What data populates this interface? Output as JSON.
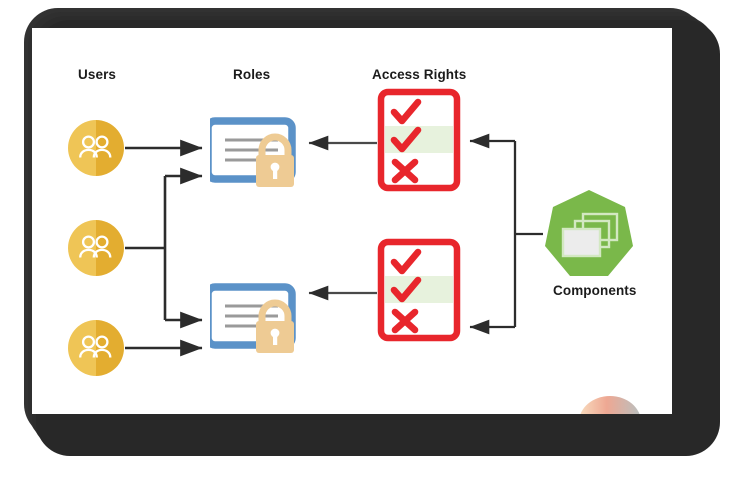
{
  "diagram": {
    "title_columns": {
      "users": "Users",
      "roles": "Roles",
      "access_rights": "Access Rights",
      "components": "Components"
    },
    "nodes": {
      "users": [
        {
          "id": "user-1",
          "icon": "users-group-icon",
          "label": ""
        },
        {
          "id": "user-2",
          "icon": "users-group-icon",
          "label": ""
        },
        {
          "id": "user-3",
          "icon": "users-group-icon",
          "label": ""
        }
      ],
      "roles": [
        {
          "id": "role-1",
          "icon": "document-lock-icon",
          "label": ""
        },
        {
          "id": "role-2",
          "icon": "document-lock-icon",
          "label": ""
        }
      ],
      "access_rights": [
        {
          "id": "rights-1",
          "icon": "checklist-icon",
          "items": [
            "check",
            "check",
            "cross"
          ],
          "highlight_row": 2
        },
        {
          "id": "rights-2",
          "icon": "checklist-icon",
          "items": [
            "check",
            "check",
            "cross"
          ],
          "highlight_row": 2
        }
      ],
      "components": [
        {
          "id": "component-1",
          "icon": "stacked-windows-heptagon-icon",
          "label": "Components"
        }
      ]
    },
    "edges": [
      {
        "from": "user-1",
        "to": "role-1",
        "direction": "right"
      },
      {
        "from": "user-2",
        "to": "role-1",
        "direction": "right"
      },
      {
        "from": "user-2",
        "to": "role-2",
        "direction": "right"
      },
      {
        "from": "user-3",
        "to": "role-2",
        "direction": "right"
      },
      {
        "from": "rights-1",
        "to": "role-1",
        "direction": "left"
      },
      {
        "from": "rights-2",
        "to": "role-2",
        "direction": "left"
      },
      {
        "from": "component-1",
        "to": "rights-1",
        "direction": "left"
      },
      {
        "from": "component-1",
        "to": "rights-2",
        "direction": "left"
      }
    ]
  },
  "colors": {
    "user_gold_light": "#efc556",
    "user_gold_dark": "#e3ad30",
    "role_blue": "#5b92c8",
    "lock_tan": "#eecb94",
    "rights_red": "#e8262c",
    "highlight_green": "#e7f2dd",
    "component_green": "#7ab84a",
    "wire_dark": "#2c2c2c",
    "bezel_dark": "#2b2b2b",
    "canvas_white": "#ffffff",
    "text_black": "#1c1c1c"
  }
}
